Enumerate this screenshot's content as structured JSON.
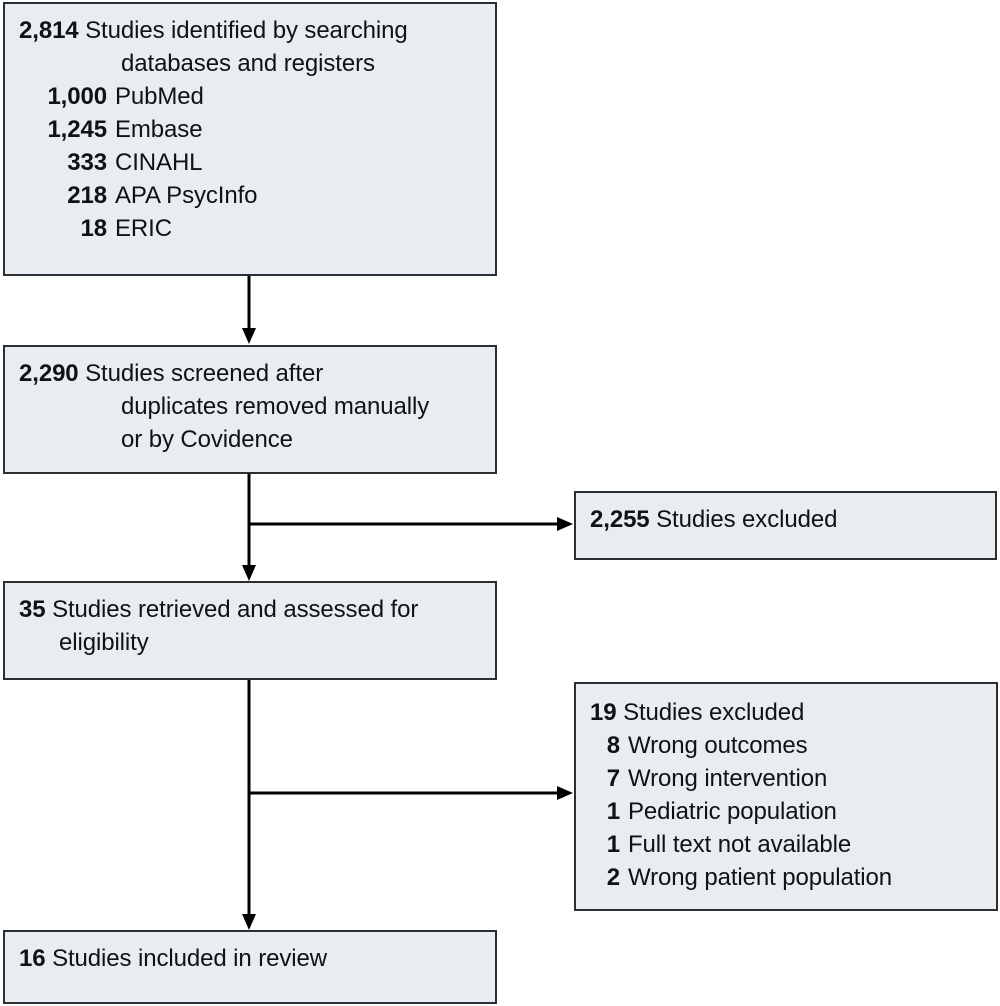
{
  "diagram": {
    "type": "prisma-flow-diagram",
    "colors": {
      "box_fill": "#e8edf1",
      "box_border": "#2b2f33",
      "text": "#101214",
      "connector": "#000000",
      "page_background": "#ffffff"
    }
  },
  "identification": {
    "count": "2,814",
    "label": "Studies identified by searching",
    "label_cont": "databases and registers",
    "sources": [
      {
        "count": "1,000",
        "label": "PubMed"
      },
      {
        "count": "1,245",
        "label": "Embase"
      },
      {
        "count": "333",
        "label": "CINAHL"
      },
      {
        "count": "218",
        "label": "APA PsycInfo"
      },
      {
        "count": "18",
        "label": "ERIC"
      }
    ]
  },
  "screened": {
    "count": "2,290",
    "label": "Studies screened after",
    "label_cont2": "duplicates removed manually",
    "label_cont3": "or by Covidence"
  },
  "excluded_screening": {
    "count": "2,255",
    "label": "Studies excluded"
  },
  "retrieved": {
    "count": "35",
    "label": "Studies retrieved and assessed for",
    "label_cont": "eligibility"
  },
  "excluded_eligibility": {
    "count": "19",
    "label": "Studies excluded",
    "reasons": [
      {
        "count": "8",
        "label": "Wrong outcomes"
      },
      {
        "count": "7",
        "label": "Wrong intervention"
      },
      {
        "count": "1",
        "label": "Pediatric population"
      },
      {
        "count": "1",
        "label": "Full text not available"
      },
      {
        "count": "2",
        "label": "Wrong patient population"
      }
    ]
  },
  "included": {
    "count": "16",
    "label": "Studies included in review"
  },
  "connectors": [
    {
      "name": "identification-to-screened",
      "kind": "arrow-down"
    },
    {
      "name": "screened-to-retrieved",
      "kind": "arrow-down"
    },
    {
      "name": "screened-to-excluded",
      "kind": "arrow-right"
    },
    {
      "name": "retrieved-to-included",
      "kind": "arrow-down"
    },
    {
      "name": "retrieved-to-excluded",
      "kind": "arrow-right"
    }
  ]
}
